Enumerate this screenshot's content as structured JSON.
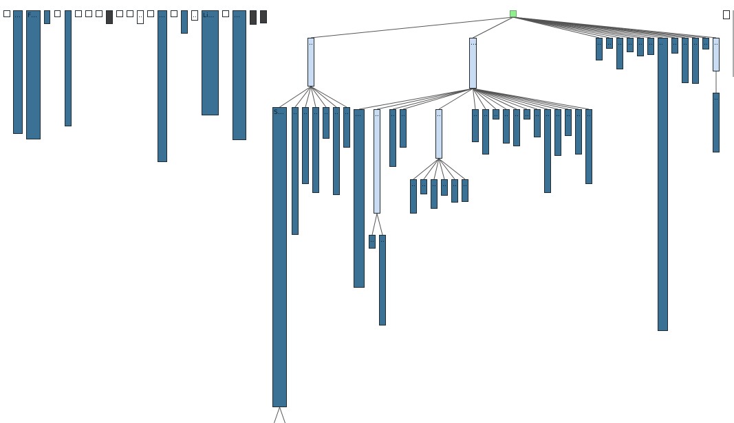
{
  "diagram": {
    "type": "tree",
    "root": {
      "label": ""
    },
    "colors": {
      "leaf": "#3c7196",
      "inner": "#c9dcf2",
      "collapsed": "#3d3d3d",
      "root": "#90f090",
      "edge": "#555555"
    },
    "forest_labels": [
      {
        "label": ""
      },
      {
        "label": "…"
      },
      {
        "label": "F…"
      },
      {
        "label": ""
      },
      {
        "label": ""
      },
      {
        "label": ""
      },
      {
        "label": ""
      },
      {
        "label": ""
      },
      {
        "label": ""
      },
      {
        "label": ""
      },
      {
        "label": ""
      },
      {
        "label": ""
      },
      {
        "label": ""
      },
      {
        "label": ".."
      },
      {
        "label": ""
      },
      {
        "label": "…"
      },
      {
        "label": ""
      },
      {
        "label": ""
      },
      {
        "label": ".."
      },
      {
        "label": "Li…"
      },
      {
        "label": ""
      },
      {
        "label": "…"
      },
      {
        "label": ""
      },
      {
        "label": ""
      }
    ],
    "tree_labels": {
      "child_a": "..",
      "child_b": "…",
      "child_c_first": "S…",
      "ellipsis": "..",
      "ellipsis_long": "…"
    }
  }
}
